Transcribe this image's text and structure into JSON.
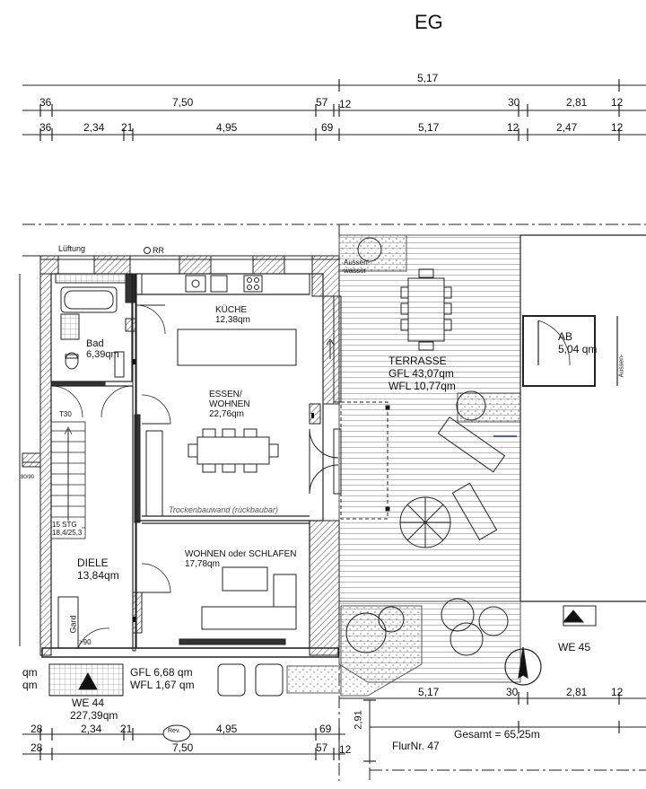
{
  "title": "EG",
  "top_dims": {
    "row1": {
      "a": "5,17"
    },
    "row2": {
      "a": "36",
      "b": "7,50",
      "c": "57",
      "d": "12",
      "e": "30",
      "f": "2,81",
      "g": "12"
    },
    "row3": {
      "a": "36",
      "b": "2,34",
      "c": "21",
      "d": "4,95",
      "e": "69",
      "f": "5,17",
      "g": "12",
      "h": "2,47",
      "i": "12"
    }
  },
  "labels": {
    "lueftung": "Lüftung",
    "rr": "RR",
    "aussenwasser": "Aussen-\nwasser",
    "t30": "T30",
    "stg": "15 STG\n18,4/25,3",
    "gard": "Gard",
    "door90": ">90",
    "trockenbau": "Trockenbauwand (rückbaubar)",
    "side_left": "80/90",
    "side_right": "Aussen-"
  },
  "rooms": {
    "kueche": {
      "name": "KÜCHE",
      "area": "12,38qm"
    },
    "bad": {
      "name": "Bad",
      "area": "6,39qm"
    },
    "essen": {
      "name": "ESSEN/\nWOHNEN",
      "area": "22,76qm"
    },
    "terrasse": {
      "name": "TERRASSE",
      "gfl": "GFL 43,07qm",
      "wfl": "WFL 10,77qm"
    },
    "ab": {
      "name": "AB",
      "area": "5,04 qm"
    },
    "wohnen": {
      "name": "WOHNEN oder SCHLAFEN",
      "area": "17,78qm"
    },
    "diele": {
      "name": "DIELE",
      "area": "13,84qm"
    }
  },
  "bottom": {
    "qm1": "qm",
    "qm2": "qm",
    "gfl": "GFL  6,68 qm",
    "wfl": "WFL  1,67 qm",
    "we44": "WE 44",
    "we44_area": "227,39qm",
    "we45": "WE 45",
    "dim_a": "5,17",
    "dim_b": "30",
    "dim_c": "2,81",
    "dim_d": "12",
    "vert": "2,91",
    "gesamt": "Gesamt = 65,25m",
    "rev": "Rev.",
    "flurnr": "FlurNr. 47"
  },
  "bottom_dims": {
    "row1": {
      "a": "28",
      "b": "2,34",
      "c": "21",
      "d": "4,95",
      "e": "69"
    },
    "row2": {
      "a": "28",
      "b": "7,50",
      "c": "57",
      "d": "12"
    }
  }
}
